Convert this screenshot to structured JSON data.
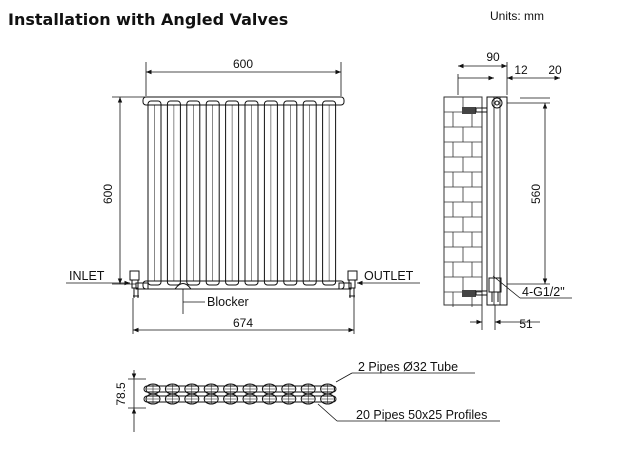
{
  "title": "Installation with Angled Valves",
  "units": "Units: mm",
  "front_view": {
    "width_top": "600",
    "height": "600",
    "overall_width": "674",
    "inlet": "INLET",
    "outlet": "OUTLET",
    "blocker": "Blocker"
  },
  "side_view": {
    "depth": "90",
    "offset_a": "12",
    "offset_b": "20",
    "centers": "560",
    "connection": "4-G1/2\"",
    "wall_offset": "51"
  },
  "top_view": {
    "depth": "78.5",
    "tube_note": "2 Pipes Ø32   Tube",
    "profile_note": "20 Pipes 50x25  Profiles"
  },
  "colors": {
    "line": "#111111",
    "brick": "#333333"
  }
}
